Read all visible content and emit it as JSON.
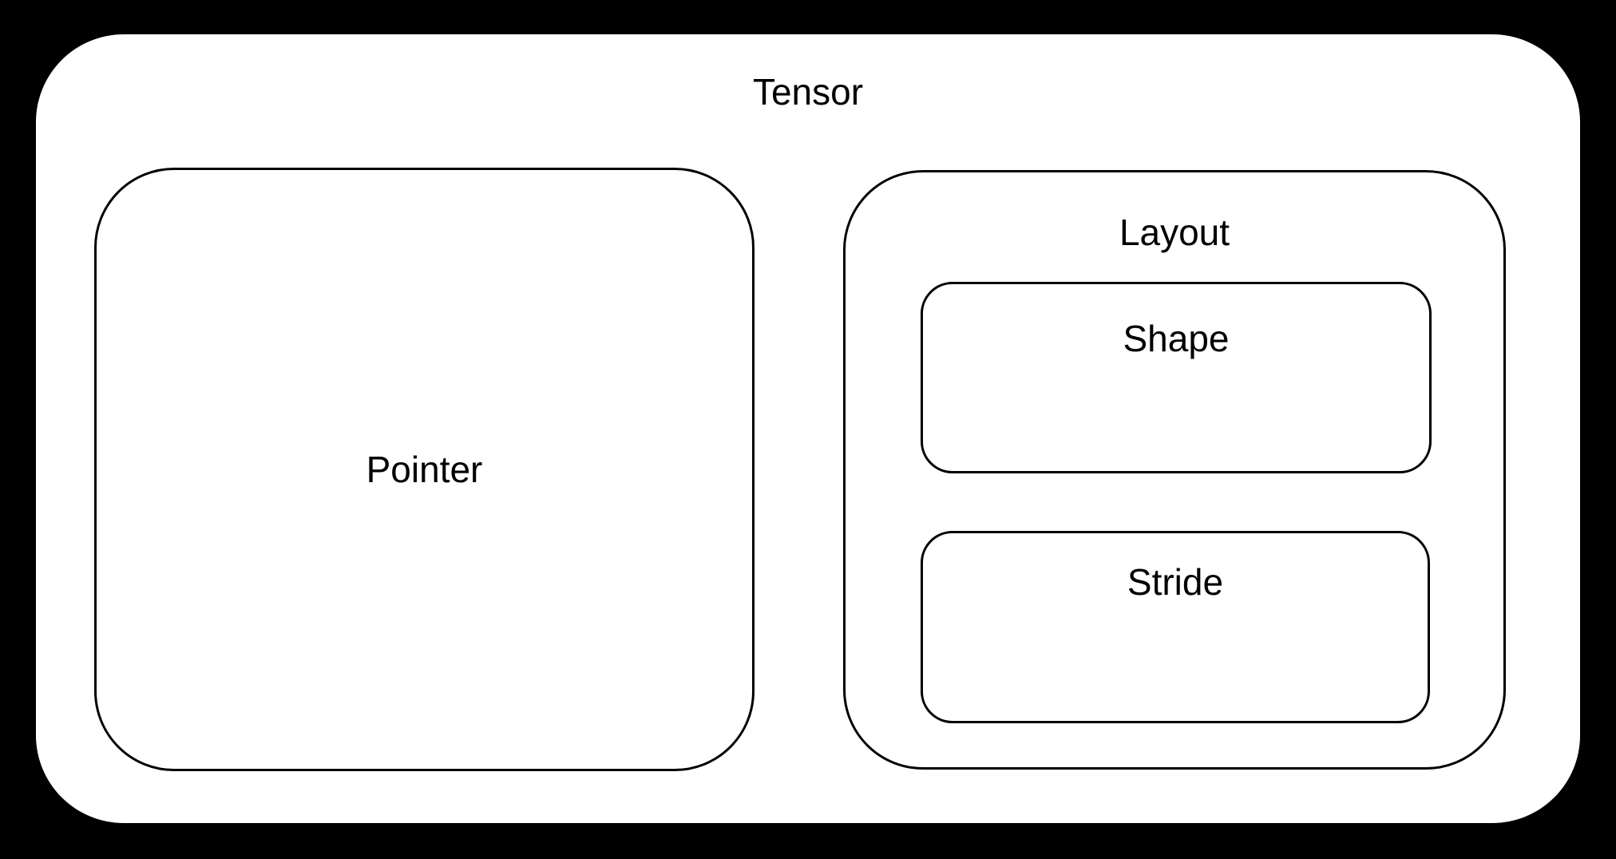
{
  "colors": {
    "background": "#000000",
    "box_fill": "#ffffff",
    "box_stroke": "#000000",
    "text": "#000000"
  },
  "diagram": {
    "title": "Tensor",
    "pointer": {
      "label": "Pointer"
    },
    "layout": {
      "label": "Layout",
      "shape": {
        "label": "Shape"
      },
      "stride": {
        "label": "Stride"
      }
    }
  }
}
